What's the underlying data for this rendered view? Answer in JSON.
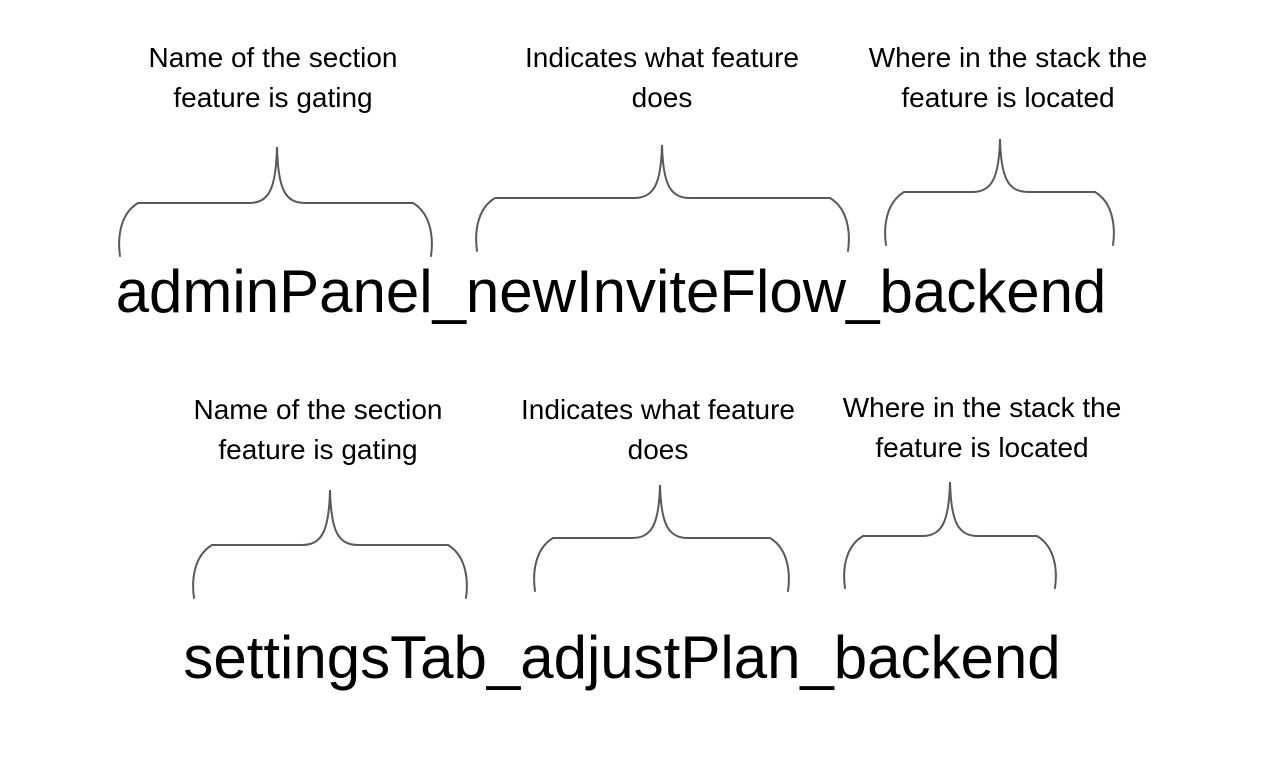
{
  "page": {
    "background": "#ffffff",
    "text_color": "#000000",
    "brace_color": "#595959"
  },
  "groups": [
    {
      "name": "example-1",
      "flag_name": "adminPanel_newInviteFlow_backend",
      "parts": [
        {
          "id": "section",
          "label_line1": "Name of the section",
          "label_line2": "feature is gating"
        },
        {
          "id": "feature",
          "label_line1": "Indicates what feature",
          "label_line2": "does"
        },
        {
          "id": "stack",
          "label_line1": "Where in the stack the",
          "label_line2": "feature is located"
        }
      ]
    },
    {
      "name": "example-2",
      "flag_name": "settingsTab_adjustPlan_backend",
      "parts": [
        {
          "id": "section",
          "label_line1": "Name of the section",
          "label_line2": "feature is gating"
        },
        {
          "id": "feature",
          "label_line1": "Indicates what feature",
          "label_line2": "does"
        },
        {
          "id": "stack",
          "label_line1": "Where in the stack the",
          "label_line2": "feature is located"
        }
      ]
    }
  ]
}
